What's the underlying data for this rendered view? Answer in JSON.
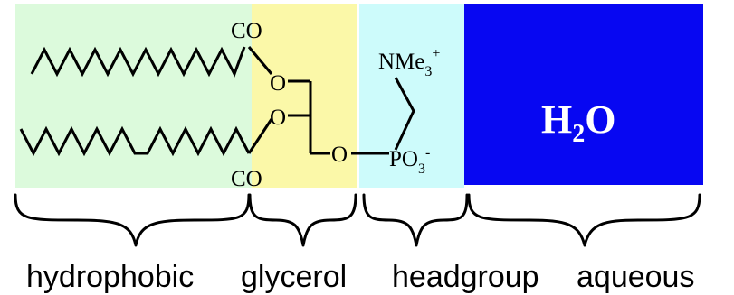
{
  "molecule": {
    "upper_carbonyl": "CO",
    "lower_carbonyl": "CO",
    "ester_oxygen_1": "O",
    "ester_oxygen_2": "O",
    "phosphate_oxygen": "O",
    "ammonium": {
      "base": "NMe",
      "subscript": "3",
      "charge": "+"
    },
    "phosphate": {
      "base": "PO",
      "subscript": "3",
      "charge": "-"
    }
  },
  "water": {
    "base": "H",
    "subscript": "2",
    "suffix": "O"
  },
  "region_labels": [
    "hydrophobic",
    "glycerol",
    "headgroup",
    "aqueous"
  ],
  "colors": {
    "hydrophobic": "#dcfadc",
    "glycerol": "#fbf8a8",
    "headgroup": "#cdfbfb",
    "aqueous": "#0707f2"
  }
}
